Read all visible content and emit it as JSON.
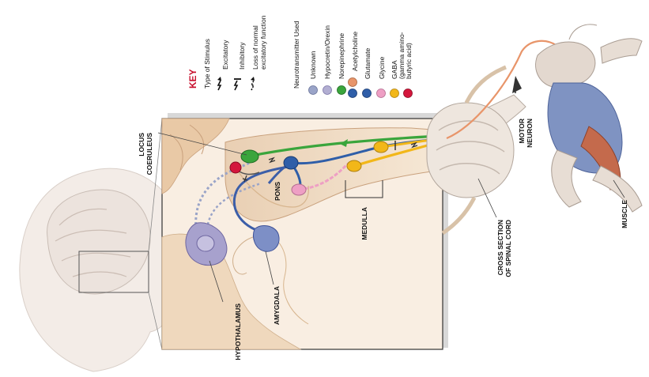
{
  "key": {
    "title": "KEY",
    "stimulus_heading": "Type of Stimulus",
    "stimulus_items": [
      {
        "label": "Excitatory",
        "icon": "excitatory-arrow-icon"
      },
      {
        "label": "Inhibitory",
        "icon": "inhibitory-arrow-icon"
      },
      {
        "label": "Loss of normal",
        "label2": "excitatory function",
        "icon": "loss-of-excitatory-icon"
      }
    ],
    "neurotransmitter_heading": "Neurotransmitter Used",
    "neurotransmitters": [
      {
        "label": "Unknown",
        "color": "#9aa4c8"
      },
      {
        "label": "Hypocretin/Orexin",
        "color": "#b2aed2"
      },
      {
        "label": "Norepinephrine",
        "color": "#3aa53c"
      },
      {
        "label": "Acetylcholine",
        "color": "#e8956a",
        "color2": "#2f5ea8"
      },
      {
        "label": "Glutamate",
        "color": "#2f5ea8"
      },
      {
        "label": "Glycine",
        "color": "#ee9fc4"
      },
      {
        "label": "GABA",
        "label2": "(gamma amino-",
        "label3": "butyric acid)",
        "color": "#f2b719"
      }
    ]
  },
  "labels": {
    "locus_coeruleus_1": "LOCUS",
    "locus_coeruleus_2": "COERULEUS",
    "pons": "PONS",
    "medulla": "MEDULLA",
    "hypothalamus": "HYPOTHALAMUS",
    "amygdala": "AMYGDALA",
    "cross_section_1": "CROSS SECTION",
    "cross_section_2": "OF SPINAL CORD",
    "motor_neuron_1": "MOTOR",
    "motor_neuron_2": "NEURON",
    "muscle": "MUSCLE"
  },
  "colors": {
    "accent_red": "#c8102e",
    "norepinephrine": "#3aa53c",
    "glutamate": "#2f5ea8",
    "glycine": "#ee9fc4",
    "gaba": "#f2b719",
    "gaba_red": "#d4163c",
    "hypocretin": "#b2aed2",
    "acetylcholine": "#e8956a"
  }
}
